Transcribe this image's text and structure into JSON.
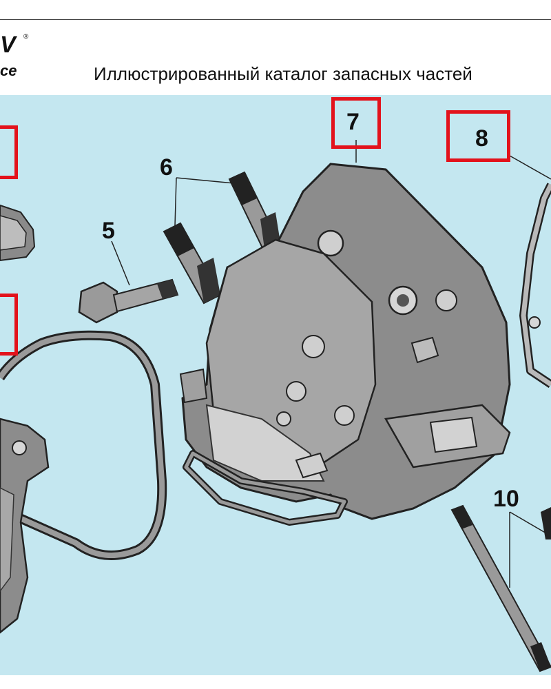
{
  "header": {
    "logo_main": "V",
    "logo_reg": "®",
    "logo_sub": "ce",
    "title": "Иллюстрированный каталог запасных частей"
  },
  "callouts": {
    "c5": "5",
    "c6": "6",
    "c7": "7",
    "c8": "8",
    "c10": "10"
  },
  "colors": {
    "background": "#c4e7f0",
    "highlight": "#e3121b",
    "part_fill": "#7d7d7d",
    "part_light": "#cfcfcf"
  }
}
